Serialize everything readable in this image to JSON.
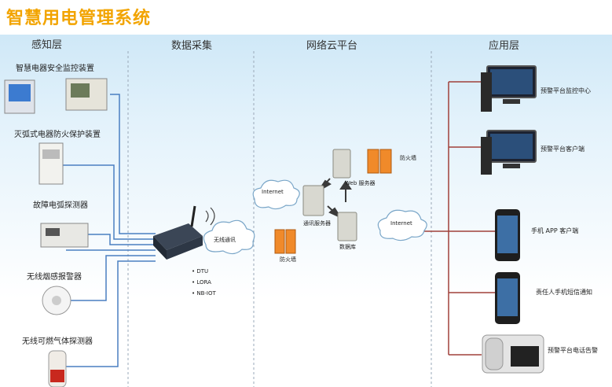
{
  "title": "智慧用电管理系统",
  "layers": {
    "perception": "感知层",
    "collection": "数据采集",
    "cloud": "网络云平台",
    "application": "应用层"
  },
  "devices": [
    "智慧电器安全监控装置",
    "灭弧式电器防火保护装置",
    "故障电弧探测器",
    "无线烟感报警器",
    "无线可燃气体探测器"
  ],
  "collection": {
    "wireless": "无线通讯",
    "protocols": [
      "DTU",
      "LORA",
      "NB-IOT"
    ]
  },
  "cloud": {
    "internet_left": "Internet",
    "internet_right": "Internet",
    "firewall_left": "防火墙",
    "firewall_right": "防火墙",
    "web_server": "Web 服务器",
    "comm_server": "通讯服务器",
    "database": "数据库"
  },
  "apps": [
    "预警平台监控中心",
    "预警平台客户端",
    "手机 APP 客户端",
    "责任人手机短信通知",
    "预警平台电话告警"
  ],
  "colors": {
    "title": "#f2a400",
    "device_line": "#4a7fc1",
    "app_line": "#a0403a",
    "divider": "#9aa8b8",
    "firewall": "#f08a2a"
  }
}
